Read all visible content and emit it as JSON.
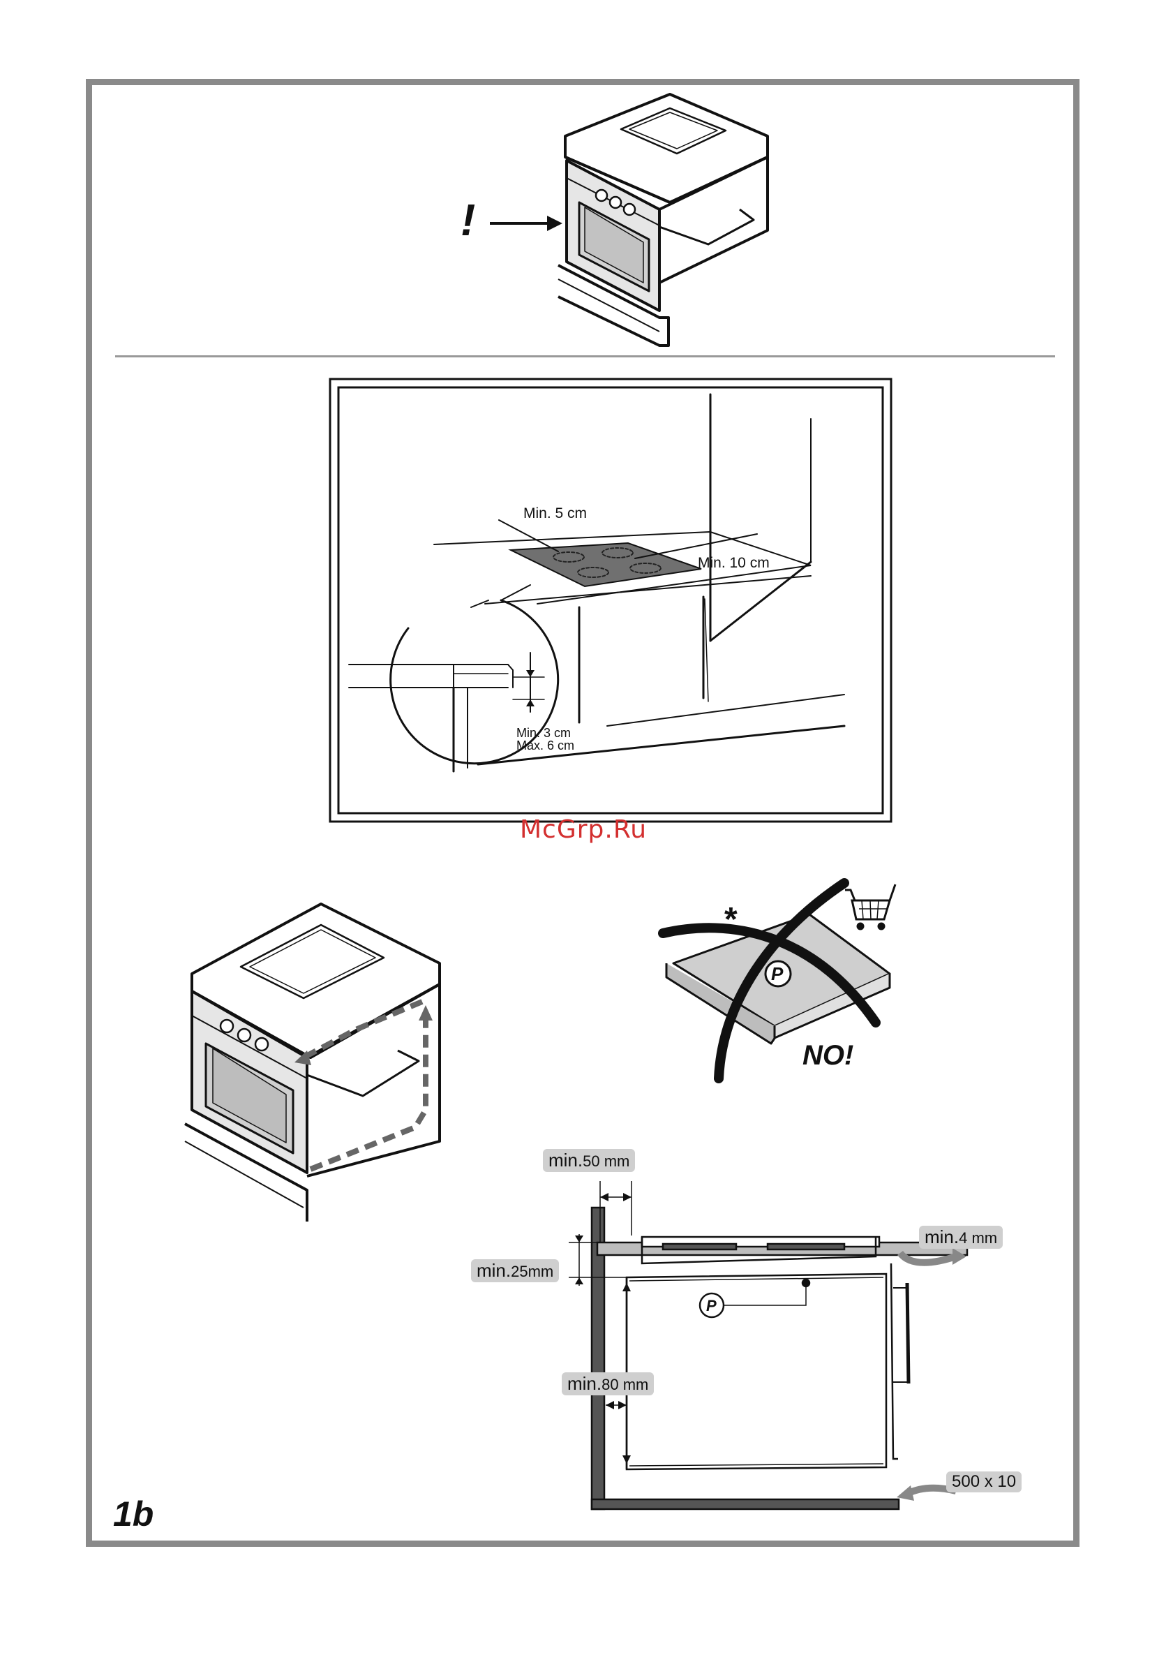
{
  "watermark": "McGrp.Ru",
  "figure_number": "1b",
  "fig_top": {
    "warning_mark": "!"
  },
  "fig_cooktop": {
    "min_5cm": "Min. 5 cm",
    "min_10cm": "Min. 10 cm",
    "min_3cm": "Min. 3 cm",
    "max_6cm": "Max. 6 cm"
  },
  "fig_no_tray": {
    "asterisk": "*",
    "no_label": "NO!",
    "p_mark": "P",
    "icons": [
      "shopping-cart-icon"
    ]
  },
  "fig_section": {
    "min50_prefix": "min.",
    "min50_value": "50 mm",
    "min4_prefix": "min.",
    "min4_value": "4 mm",
    "min25_prefix": "min.",
    "min25_value": "25mm",
    "min80_prefix": "min.",
    "min80_value": "80 mm",
    "vent_size": "500 x 10",
    "p_mark": "P"
  }
}
